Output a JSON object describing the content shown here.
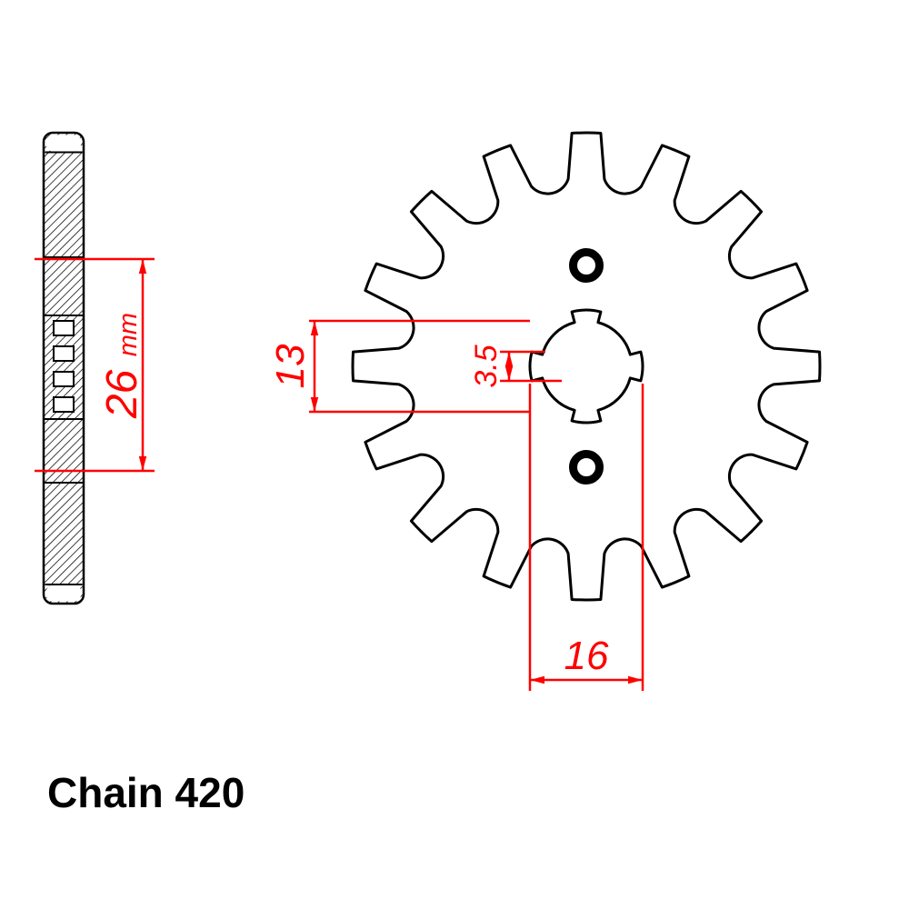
{
  "drawing": {
    "chain_label": "Chain 420",
    "dimensions": {
      "overall_width": {
        "value": "26",
        "unit": "mm"
      },
      "bore_diameter": "13",
      "spline_slot": "3.5",
      "spline_od": "16"
    },
    "sprocket": {
      "teeth": 16,
      "bolt_holes": 2,
      "spline_notches": 4
    },
    "colors": {
      "dimension": "#ff0000",
      "outline": "#000000",
      "background": "#ffffff"
    }
  }
}
